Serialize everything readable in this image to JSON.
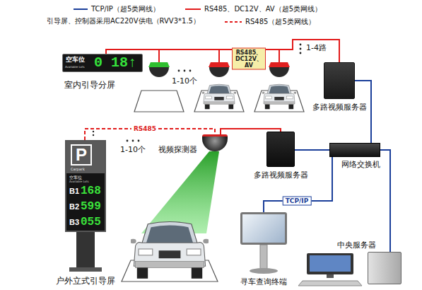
{
  "diagram": {
    "nodes": [
      {
        "text": [
          "空车位",
          "Available Lots",
          "0 18↑",
          "室内引导分屏"
        ]
      },
      {
        "text": [
          "多路视频服务器"
        ]
      },
      {
        "text": [
          "视频探测器"
        ]
      },
      {
        "text": [
          "多路视频服务器"
        ]
      },
      {
        "text": [
          "网络交换机"
        ]
      },
      {
        "text": [
          "P",
          "Carpark",
          "空车位",
          "Available Lots",
          "B1",
          "168",
          "B2",
          "599",
          "B3",
          "055",
          "户外立式引导屏"
        ]
      },
      {
        "text": [
          "寻车查询终端"
        ]
      },
      {
        "text": [
          "中央服务器"
        ]
      }
    ],
    "edges": [
      {
        "from": 0,
        "to": 1,
        "arrow": "none",
        "label": "RS485、DC12V、AV"
      },
      {
        "from": 5,
        "to": 2,
        "arrow": "none",
        "label": "RS485"
      },
      {
        "from": 2,
        "to": 3,
        "arrow": "none"
      },
      {
        "from": 1,
        "to": 4,
        "arrow": "none"
      },
      {
        "from": 3,
        "to": 4,
        "arrow": "none"
      },
      {
        "from": 4,
        "to": 6,
        "arrow": "none",
        "label": "TCP/IP"
      },
      {
        "from": 4,
        "to": 7,
        "arrow": "none"
      }
    ],
    "labels": [
      "引导屏、控制器采用AC220V供电（RVV3*1.5）",
      "1-4路",
      "1-10个",
      "1-10个"
    ],
    "legend": [
      {
        "text": "TCP/IP（超5类网线）"
      },
      {
        "text": "RS485、DC12V、AV（超5类网线）"
      },
      {
        "text": "RS485（超5类网线）"
      }
    ]
  }
}
